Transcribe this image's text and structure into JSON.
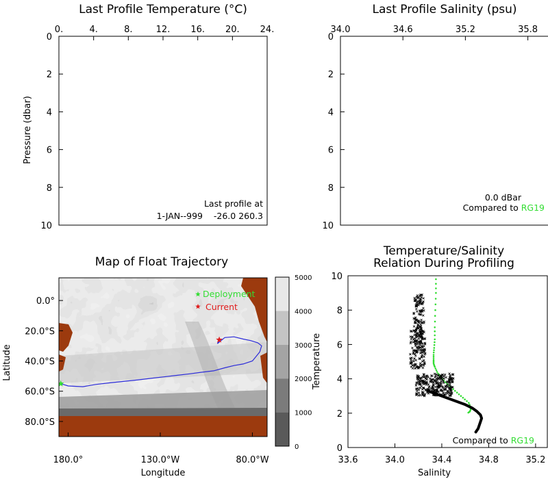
{
  "chart_data": [
    {
      "type": "line",
      "title": "Last Profile Temperature (°C)",
      "ylabel": "Pressure (dbar)",
      "xticks": [
        "0.",
        "4.",
        "8.",
        "12.",
        "16.",
        "20.",
        "24."
      ],
      "xlim": [
        0,
        24
      ],
      "yticks": [
        "0",
        "2",
        "4",
        "6",
        "8",
        "10"
      ],
      "ylim": [
        0,
        10
      ],
      "y_inverted": true,
      "annotation": [
        "Last profile at",
        "1-JAN--999    -26.0 260.3"
      ],
      "series": []
    },
    {
      "type": "line",
      "title": "Last Profile Salinity (psu)",
      "xticks": [
        "34.0",
        "34.6",
        "35.2",
        "35.8"
      ],
      "xlim": [
        34.0,
        36.0
      ],
      "yticks": [
        "0",
        "2",
        "4",
        "6",
        "8",
        "10"
      ],
      "ylim": [
        0,
        10
      ],
      "y_inverted": true,
      "annotation": [
        "0.0 dBar",
        "Compared to ",
        "RG19"
      ],
      "series": []
    },
    {
      "type": "map",
      "title": "Map of Float Trajectory",
      "xlabel": "Longitude",
      "ylabel": "Latitude",
      "xticks": [
        "180.0°",
        "130.0°W",
        "80.0°W"
      ],
      "yticks": [
        "0.0°",
        "20.0°S",
        "40.0°S",
        "60.0°S",
        "80.0°S"
      ],
      "xlim": [
        -185,
        -72
      ],
      "ylim": [
        -90,
        15
      ],
      "legend": [
        "Deployment",
        "Current"
      ],
      "colorbar": {
        "ticks": [
          "5000",
          "4000",
          "3000",
          "2000",
          "1000",
          "0"
        ],
        "colors": [
          "#5a5a5a",
          "#7b7b7b",
          "#a4a4a4",
          "#c4c4c4",
          "#e8e8e8"
        ]
      },
      "deployment": {
        "lon": -184,
        "lat": -55
      },
      "current": {
        "lon": -98,
        "lat": -26
      },
      "trajectory": {
        "lon": [
          -184,
          -180,
          -172,
          -165,
          -158,
          -150,
          -142,
          -135,
          -128,
          -121,
          -114,
          -108,
          -101,
          -95,
          -90,
          -85,
          -80,
          -78,
          -76,
          -75,
          -77,
          -81,
          -85,
          -90,
          -95,
          -99,
          -98
        ],
        "lat": [
          -55,
          -56.5,
          -57,
          -55.5,
          -54.5,
          -53.5,
          -52.5,
          -51.5,
          -50.5,
          -49.5,
          -48.5,
          -47.5,
          -46.5,
          -44.5,
          -43,
          -42,
          -40,
          -37,
          -34,
          -30,
          -28,
          -26.5,
          -25.5,
          -24,
          -24.5,
          -28.5,
          -26
        ]
      }
    },
    {
      "type": "scatter",
      "title": [
        "Temperature/Salinity",
        "Relation During Profiling"
      ],
      "xlabel": "Salinity",
      "ylabel": "Temperature",
      "xticks": [
        "33.6",
        "34.0",
        "34.4",
        "34.8",
        "35.2"
      ],
      "xlim": [
        33.6,
        35.3
      ],
      "yticks": [
        "0",
        "2",
        "4",
        "6",
        "8",
        "10"
      ],
      "ylim": [
        0,
        10
      ],
      "annotation": [
        "Compared to ",
        "RG19"
      ],
      "colors": {
        "profile": "#000000",
        "reference": "#33dd33"
      },
      "reference_series": {
        "name": "RG19",
        "salinity": [
          34.35,
          34.35,
          34.345,
          34.34,
          34.34,
          34.335,
          34.33,
          34.33,
          34.33,
          34.34,
          34.36,
          34.39,
          34.43,
          34.48,
          34.53,
          34.58,
          34.63,
          34.65,
          34.64,
          34.62
        ],
        "temperature": [
          9.8,
          9.0,
          8.0,
          7.0,
          6.3,
          5.8,
          5.4,
          5.1,
          4.9,
          4.7,
          4.4,
          4.1,
          3.8,
          3.5,
          3.2,
          2.9,
          2.6,
          2.3,
          2.1,
          2.0
        ]
      },
      "profile_clusters": [
        {
          "s_min": 34.16,
          "s_max": 34.25,
          "t_min": 5.8,
          "t_max": 8.9,
          "count": 140
        },
        {
          "s_min": 34.13,
          "s_max": 34.26,
          "t_min": 4.6,
          "t_max": 6.8,
          "count": 120
        },
        {
          "s_min": 34.18,
          "s_max": 34.5,
          "t_min": 3.0,
          "t_max": 4.3,
          "count": 260
        }
      ],
      "profile_curve": {
        "salinity": [
          34.28,
          34.36,
          34.44,
          34.52,
          34.6,
          34.66,
          34.7,
          34.73,
          34.74,
          34.73,
          34.72,
          34.71,
          34.7,
          34.69
        ],
        "temperature": [
          3.3,
          3.1,
          2.9,
          2.7,
          2.5,
          2.3,
          2.1,
          1.9,
          1.7,
          1.5,
          1.3,
          1.1,
          1.0,
          0.9
        ]
      }
    }
  ]
}
